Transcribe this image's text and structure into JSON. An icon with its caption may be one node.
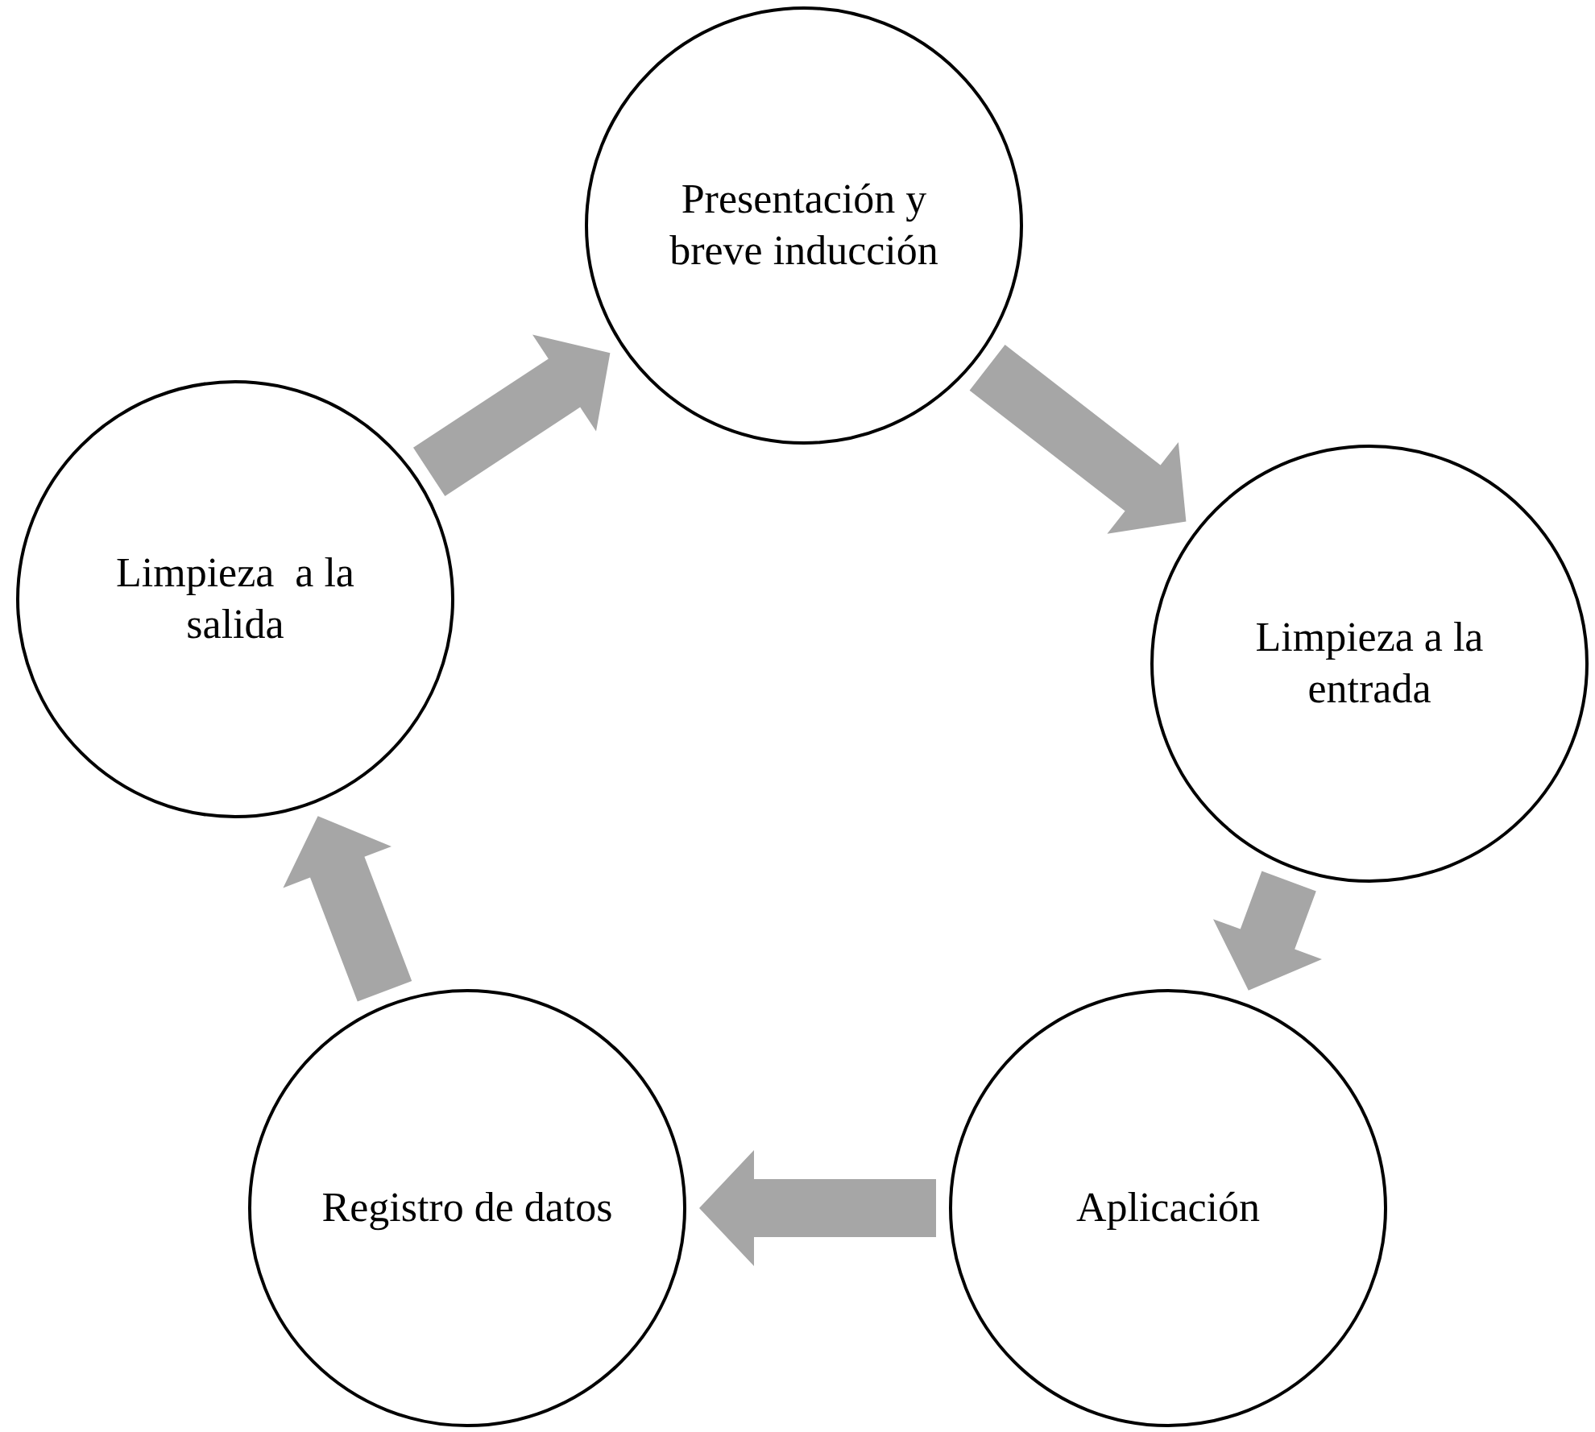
{
  "diagram": {
    "nodes": [
      {
        "text": [
          "Presentación y breve inducción"
        ]
      },
      {
        "text": [
          "Limpieza a la entrada"
        ]
      },
      {
        "text": [
          "Aplicación"
        ]
      },
      {
        "text": [
          "Registro de datos"
        ]
      },
      {
        "text": [
          "Limpieza  a la salida"
        ]
      }
    ],
    "edges": [
      {
        "from": 0,
        "to": 1,
        "arrow": "to",
        "style": "thick"
      },
      {
        "from": 1,
        "to": 2,
        "arrow": "to",
        "style": "thick"
      },
      {
        "from": 2,
        "to": 3,
        "arrow": "to",
        "style": "thick"
      },
      {
        "from": 3,
        "to": 4,
        "arrow": "to",
        "style": "thick"
      },
      {
        "from": 4,
        "to": 0,
        "arrow": "to",
        "style": "thick"
      }
    ]
  }
}
